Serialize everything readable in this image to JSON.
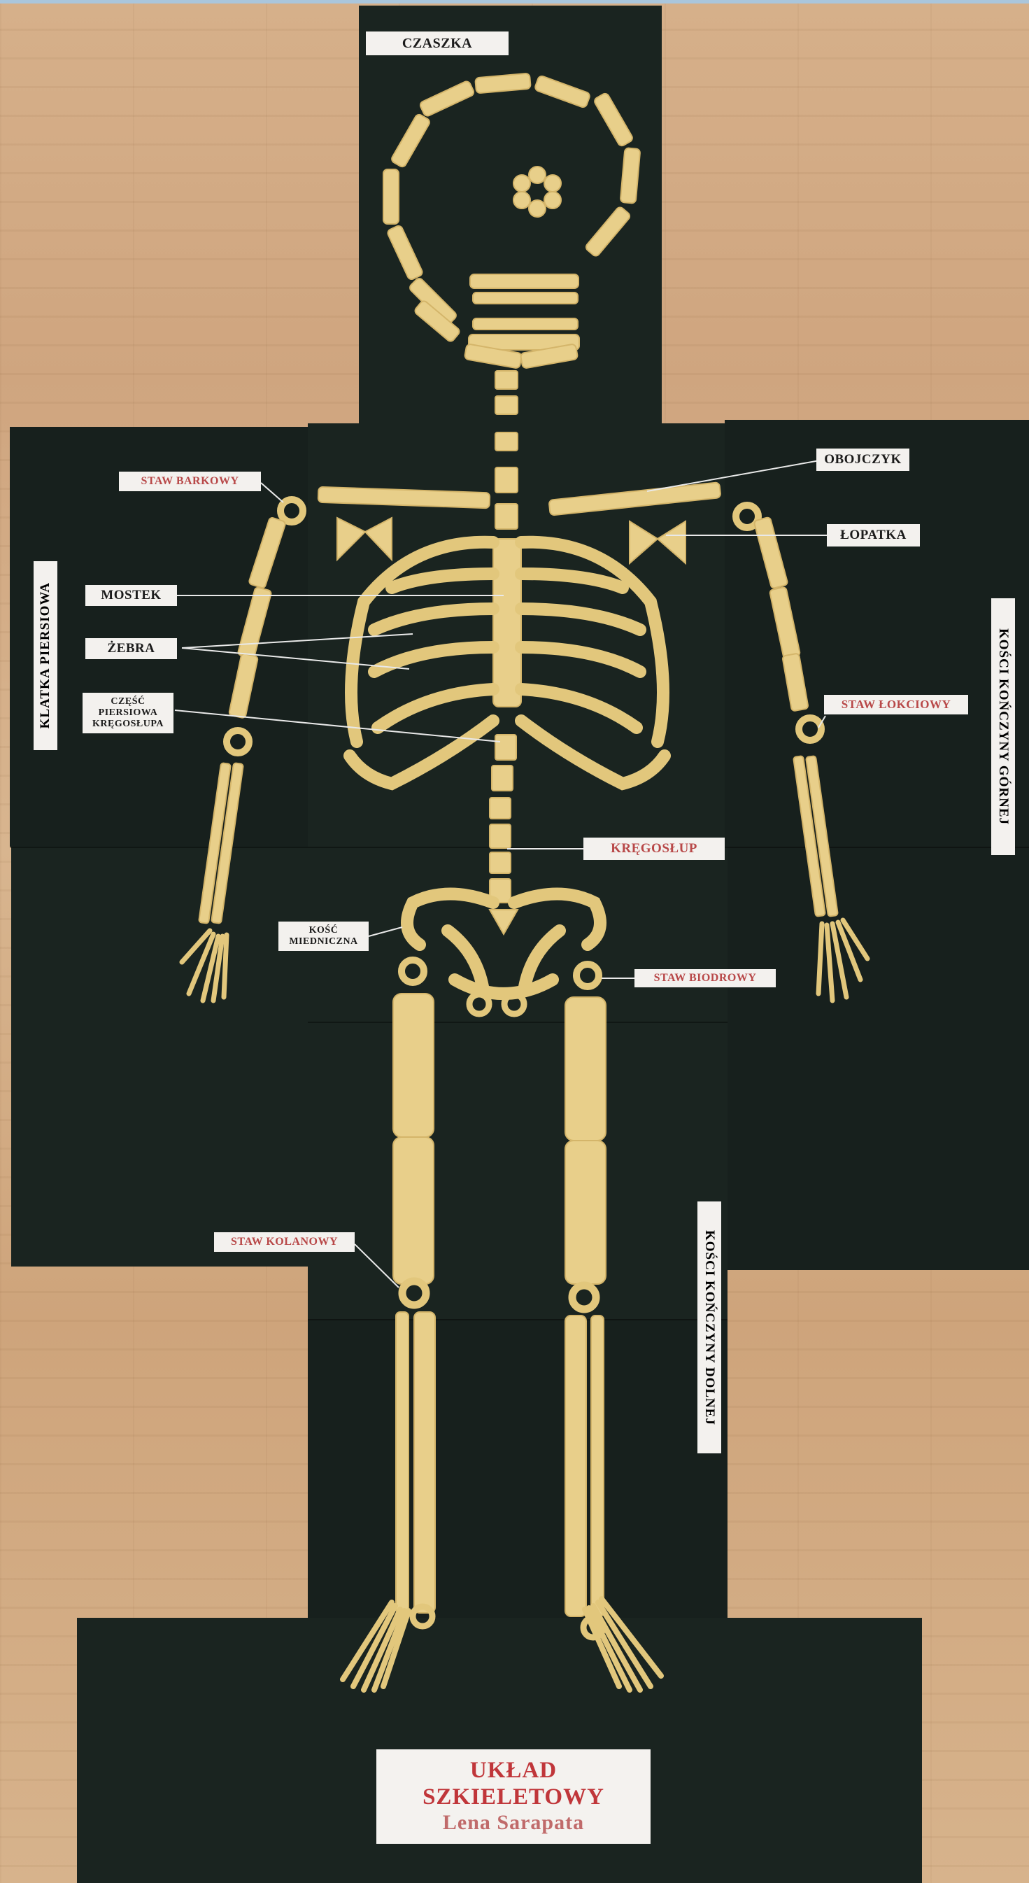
{
  "labels": {
    "czaszka": "CZASZKA",
    "staw_barkowy": "STAW BARKOWY",
    "obojczyk": "OBOJCZYK",
    "lopatka": "ŁOPATKA",
    "mostek": "MOSTEK",
    "zebra": "ŻEBRA",
    "czesc_piersiowa_1": "CZĘŚĆ",
    "czesc_piersiowa_2": "PIERSIOWA",
    "czesc_piersiowa_3": "KRĘGOSŁUPA",
    "staw_lokciowy": "STAW ŁOKCIOWY",
    "kregoslup": "KRĘGOSŁUP",
    "kosc_miedniczna_1": "KOŚĆ",
    "kosc_miedniczna_2": "MIEDNICZNA",
    "staw_biodrowy": "STAW BIODROWY",
    "staw_kolanowy": "STAW KOLANOWY",
    "klatka_piersiowa": "KLATKA PIERSIOWA",
    "kosci_konczyny_gornej": "KOŚCI KOŃCZYNY GÓRNEJ",
    "kosci_konczyny_dolnej": "KOŚCI KOŃCZYNY DOLNEJ"
  },
  "title": {
    "line1": "UKŁAD",
    "line2": "SZKIELETOWY",
    "author": "Lena Sarapata"
  },
  "colors": {
    "board": "#1a2420",
    "pasta": "#e8cf8a",
    "label_black": "#1b1b1b",
    "label_red": "#b84848",
    "title_red": "#c0363a"
  }
}
